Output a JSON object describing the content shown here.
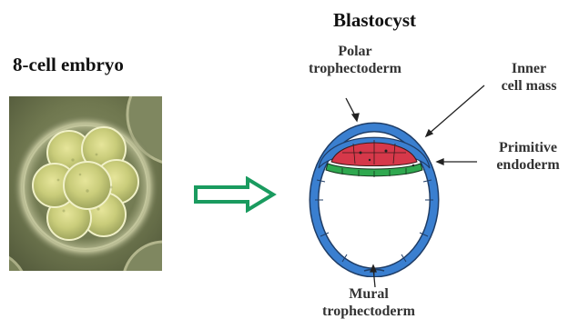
{
  "left_panel": {
    "title": "8-cell embryo"
  },
  "right_panel": {
    "title": "Blastocyst",
    "labels": {
      "polar": [
        "Polar",
        "trophectoderm"
      ],
      "inner_cell_mass": [
        "Inner",
        "cell mass"
      ],
      "primitive_endoderm": [
        "Primitive",
        "endoderm"
      ],
      "mural": [
        "Mural",
        "trophectoderm"
      ]
    }
  },
  "colors": {
    "arrow": "#1a9b5f",
    "trophectoderm": "#3a7fd0",
    "inner_cell_mass": "#d6384a",
    "primitive_endoderm": "#2fa84f"
  }
}
